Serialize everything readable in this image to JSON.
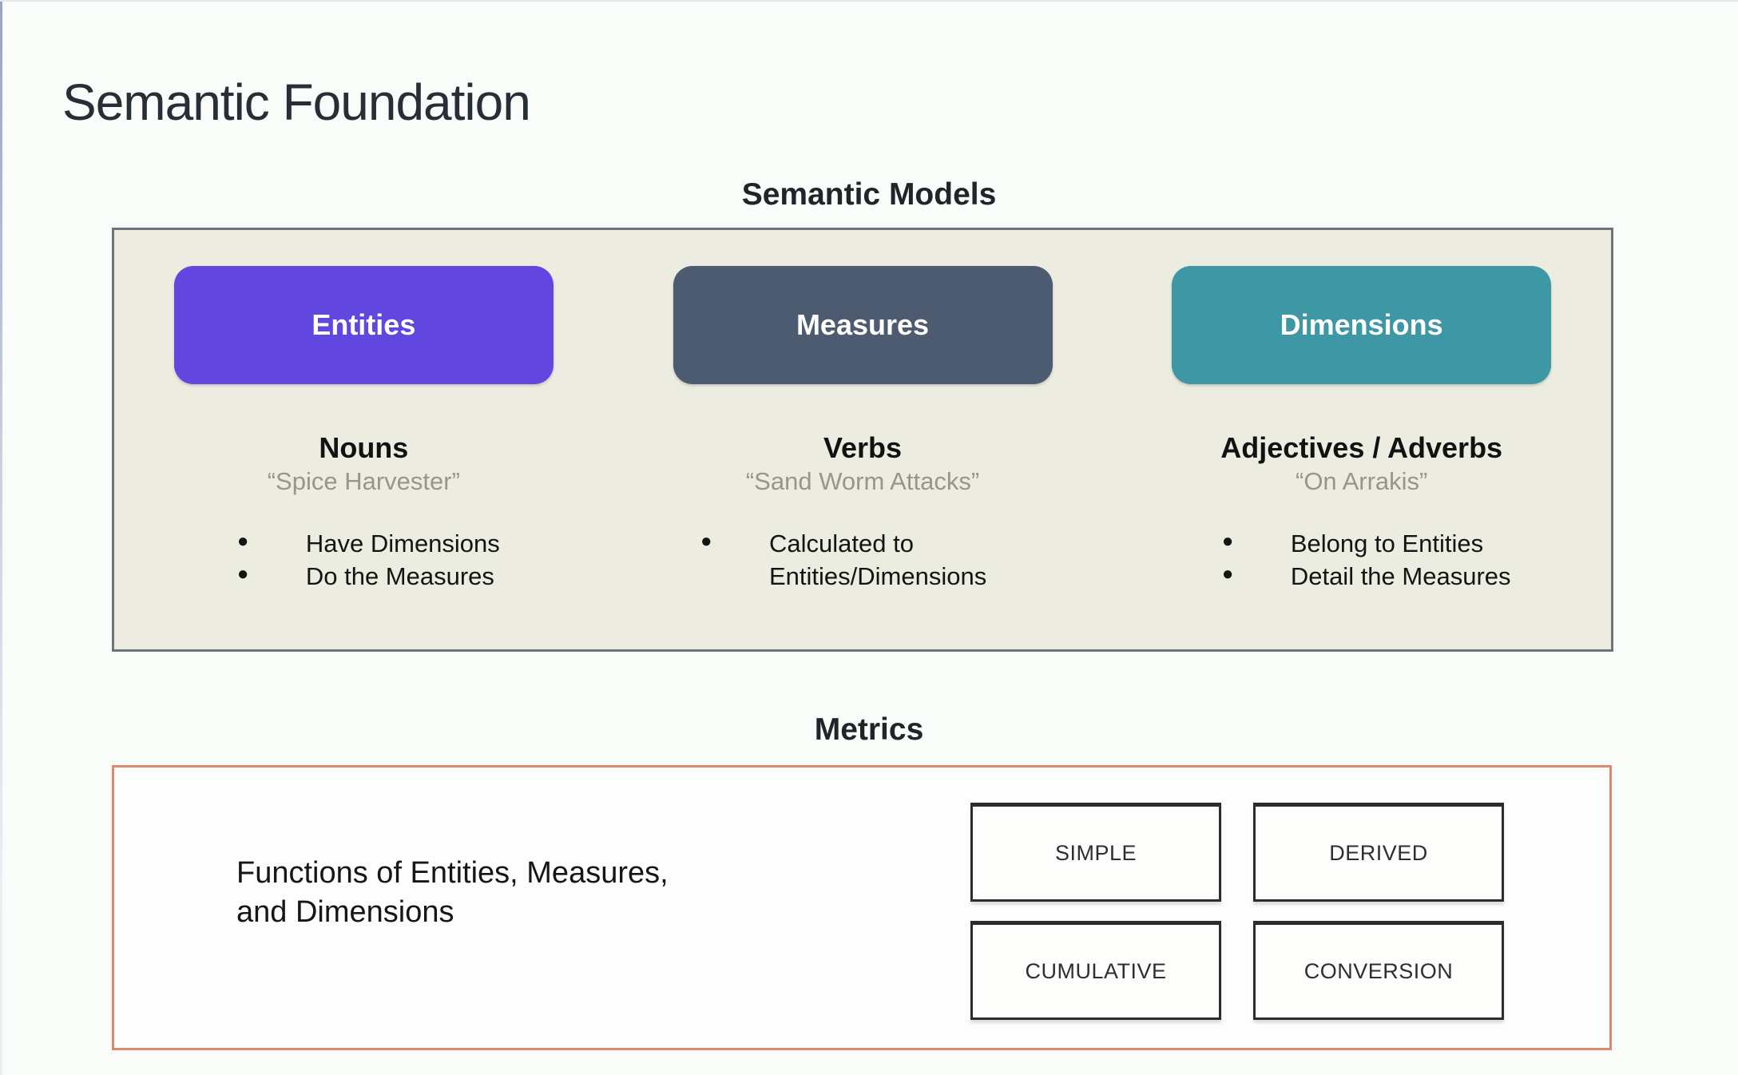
{
  "slide": {
    "title": "Semantic Foundation"
  },
  "semantic_models": {
    "heading": "Semantic Models",
    "columns": [
      {
        "button_label": "Entities",
        "button_color": "#6246e0",
        "heading": "Nouns",
        "quote": "“Spice Harvester”",
        "bullets": [
          "Have Dimensions",
          "Do the Measures"
        ]
      },
      {
        "button_label": "Measures",
        "button_color": "#4d5b70",
        "heading": "Verbs",
        "quote": "“Sand Worm Attacks”",
        "bullets": [
          "Calculated to Entities/Dimensions"
        ]
      },
      {
        "button_label": "Dimensions",
        "button_color": "#3d97a4",
        "heading": "Adjectives / Adverbs",
        "quote": "“On Arrakis”",
        "bullets": [
          "Belong to Entities",
          "Detail the Measures"
        ]
      }
    ]
  },
  "metrics": {
    "heading": "Metrics",
    "description_line1": "Functions of Entities, Measures,",
    "description_line2": "and Dimensions",
    "types": [
      "SIMPLE",
      "DERIVED",
      "CUMULATIVE",
      "CONVERSION"
    ],
    "border_color": "#dc8a6e"
  },
  "colors": {
    "page_background": "#fafcfa",
    "models_panel_background": "#edece1",
    "models_panel_border": "#6d757a",
    "metrics_panel_border": "#dc8a6e",
    "entities_button": "#6246e0",
    "measures_button": "#4d5b70",
    "dimensions_button": "#3d97a4"
  }
}
